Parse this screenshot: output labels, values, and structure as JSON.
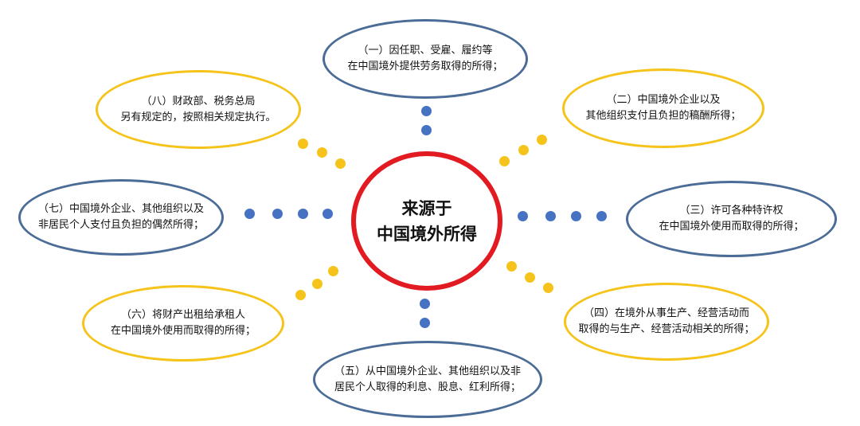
{
  "colors": {
    "blue": "#4b6c96",
    "yellow": "#f5c319",
    "red": "#e21b22",
    "blue_dot": "#4672c4",
    "yellow_dot": "#f5c319"
  },
  "center": {
    "line1": "来源于",
    "line2": "中国境外所得"
  },
  "nodes": {
    "n1": {
      "line1": "（一）因任职、受雇、履约等",
      "line2": "在中国境外提供劳务取得的所得；"
    },
    "n2": {
      "line1": "（二）中国境外企业以及",
      "line2": "其他组织支付且负担的稿酬所得；"
    },
    "n3": {
      "line1": "（三）许可各种特许权",
      "line2": "在中国境外使用而取得的所得；"
    },
    "n4": {
      "line1": "（四）在境外从事生产、经营活动而",
      "line2": "取得的与生产、经营活动相关的所得；"
    },
    "n5": {
      "line1": "（五）从中国境外企业、其他组织以及非",
      "line2": "居民个人取得的利息、股息、红利所得；"
    },
    "n6": {
      "line1": "（六）将财产出租给承租人",
      "line2": "在中国境外使用而取得的所得；"
    },
    "n7": {
      "line1": "（七）中国境外企业、其他组织以及",
      "line2": "非居民个人支付且负担的偶然所得；"
    },
    "n8": {
      "line1": "（八）财政部、税务总局",
      "line2": "另有规定的，按照相关规定执行。"
    }
  }
}
